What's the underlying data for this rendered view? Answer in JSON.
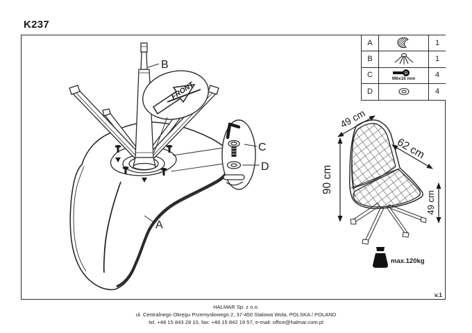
{
  "title": "K237",
  "version": "v.1",
  "diagram_labels": {
    "a": "A",
    "b": "B",
    "c": "C",
    "d": "D",
    "front": "FRONT"
  },
  "parts_table": {
    "rows": [
      {
        "letter": "A",
        "icon": "seat-shell-icon",
        "qty": "1"
      },
      {
        "letter": "B",
        "icon": "base-legs-icon",
        "qty": "1"
      },
      {
        "letter": "C",
        "icon": "screw-icon",
        "size": "M6x16 mm",
        "qty": "4"
      },
      {
        "letter": "D",
        "icon": "washer-icon",
        "qty": "4"
      }
    ]
  },
  "dimensions": {
    "width": "49 cm",
    "depth": "62 cm",
    "height": "90 cm",
    "seat_height": "49 cm"
  },
  "weight_limit": "max.120kg",
  "footer": {
    "line1": "HALMAR Sp. z o.o.",
    "line2": "ul. Centralnego Okręgu Przemysłowego 2, 37-450 Stalowa Wola, POLSKA / POLAND",
    "line3": "tel. +48 15 843 28 10, fax: +48 15 842 19 57, e-mail: office@halmar.com.pl"
  },
  "colors": {
    "line": "#2a2a2a",
    "background": "#ffffff"
  }
}
